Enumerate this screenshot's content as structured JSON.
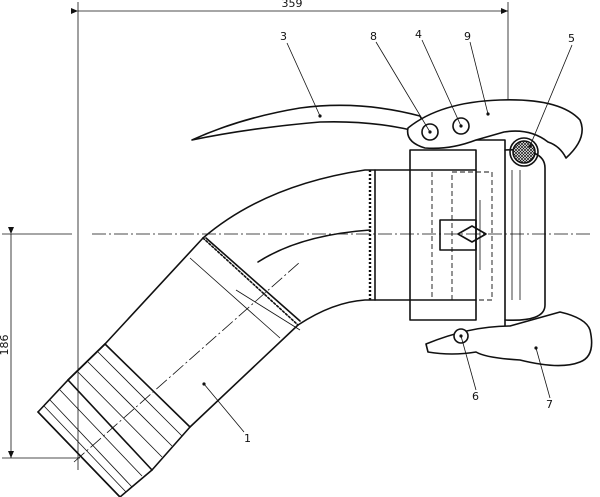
{
  "dimensions": {
    "overall_length": "359",
    "height": "186"
  },
  "callouts": [
    {
      "id": "cal-1",
      "label": "1"
    },
    {
      "id": "cal-3",
      "label": "3"
    },
    {
      "id": "cal-4",
      "label": "4"
    },
    {
      "id": "cal-5",
      "label": "5"
    },
    {
      "id": "cal-6",
      "label": "6"
    },
    {
      "id": "cal-7",
      "label": "7"
    },
    {
      "id": "cal-8",
      "label": "8"
    },
    {
      "id": "cal-9",
      "label": "9"
    }
  ]
}
